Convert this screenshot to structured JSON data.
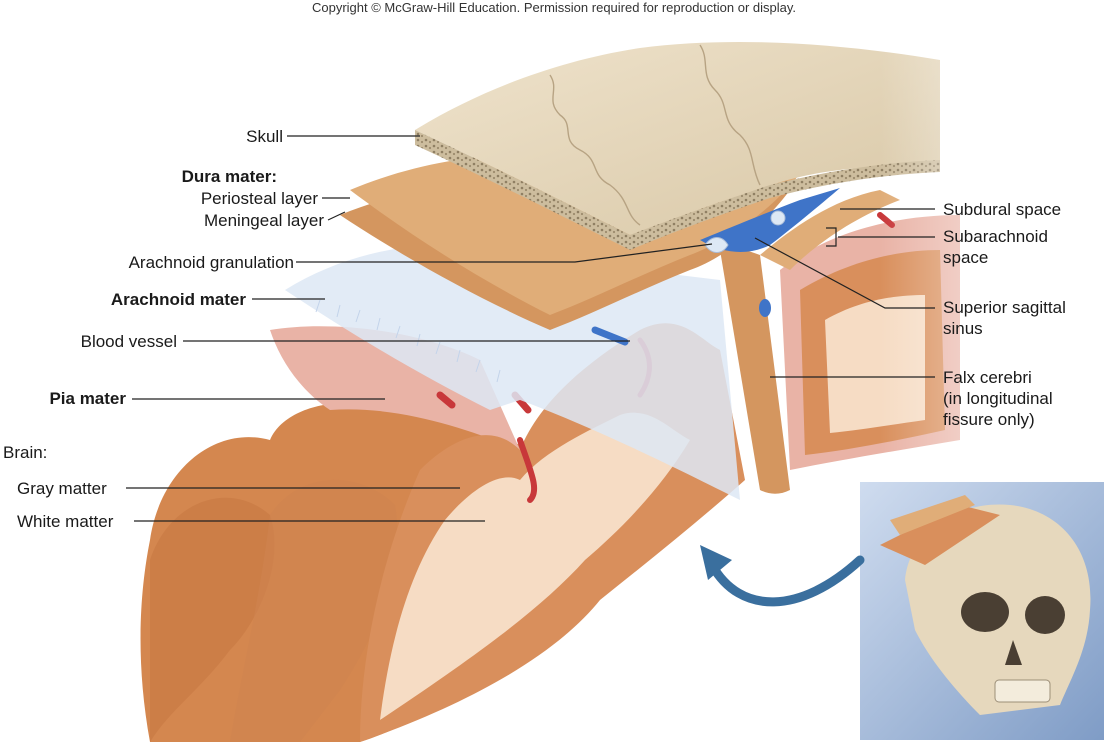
{
  "copyright": "Copyright © McGraw-Hill Education. Permission required for reproduction or display.",
  "labels": {
    "skull": "Skull",
    "dura_mater": "Dura mater:",
    "periosteal_layer": "Periosteal layer",
    "meningeal_layer": "Meningeal layer",
    "arachnoid_granulation": "Arachnoid granulation",
    "arachnoid_mater": "Arachnoid mater",
    "blood_vessel": "Blood vessel",
    "pia_mater": "Pia mater",
    "brain": "Brain:",
    "gray_matter": "Gray matter",
    "white_matter": "White matter",
    "subdural_space": "Subdural space",
    "subarachnoid_space_1": "Subarachnoid",
    "subarachnoid_space_2": "space",
    "superior_sagittal_sinus_1": "Superior sagittal",
    "superior_sagittal_sinus_2": "sinus",
    "falx_cerebri_1": "Falx cerebri",
    "falx_cerebri_2": "(in longitudinal",
    "falx_cerebri_3": "fissure only)"
  },
  "colors": {
    "skull": "#e8d9bd",
    "bone_spongy": "#c9b99a",
    "dura": "#d9a772",
    "arachnoid": "#dde8f5",
    "pia": "#e9b3a6",
    "gray_matter": "#d98f5c",
    "white_matter": "#f6dcc4",
    "vein_blue": "#3f74c8",
    "artery_red": "#c8383a",
    "leader_line": "#222222",
    "arrow": "#3a6f9e"
  }
}
